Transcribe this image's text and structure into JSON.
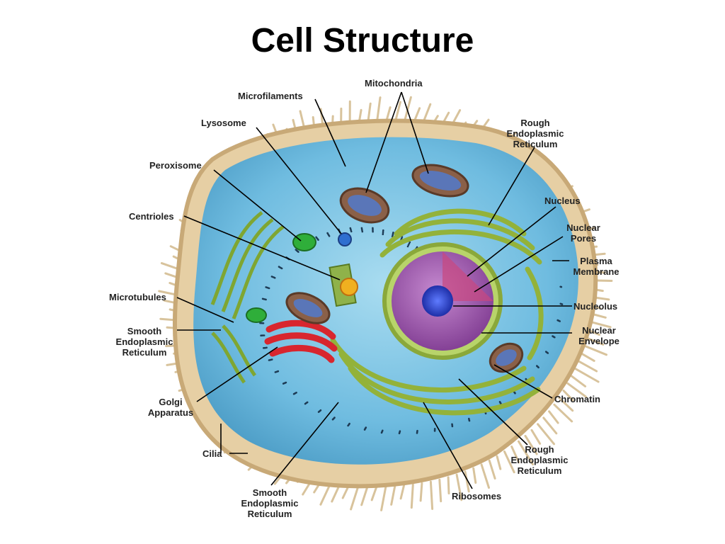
{
  "title": "Cell Structure",
  "labels": {
    "mitochondria": "Mitochondria",
    "microfilaments": "Microfilaments",
    "lysosome": "Lysosome",
    "peroxisome": "Peroxisome",
    "centrioles": "Centrioles",
    "microtubules": "Microtubules",
    "smooth_er_left": [
      "Smooth",
      "Endoplasmic",
      "Reticulum"
    ],
    "golgi": [
      "Golgi",
      "Apparatus"
    ],
    "cilia": "Cilia",
    "smooth_er_bottom": [
      "Smooth",
      "Endoplasmic",
      "Reticulum"
    ],
    "ribosomes": "Ribosomes",
    "rough_er_bottom": [
      "Rough",
      "Endoplasmic",
      "Reticulum"
    ],
    "chromatin": "Chromatin",
    "nuclear_envelope": [
      "Nuclear",
      "Envelope"
    ],
    "nucleolus": "Nucleolus",
    "plasma_membrane": [
      "Plasma",
      "Membrane"
    ],
    "nuclear_pores": [
      "Nuclear",
      "Pores"
    ],
    "nucleus": "Nucleus",
    "rough_er_top": [
      "Rough",
      "Endoplasmic",
      "Reticulum"
    ]
  },
  "colors": {
    "cytoplasm": "#7fc6e6",
    "membrane": "#e8d6b0",
    "cilia": "#d8c39c",
    "nucleus": "#a35fb0",
    "nucleolus": "#2a3fc4",
    "golgi": "#d8262e",
    "er": "#8aa83a",
    "mitochondria": "#8b6a55"
  }
}
